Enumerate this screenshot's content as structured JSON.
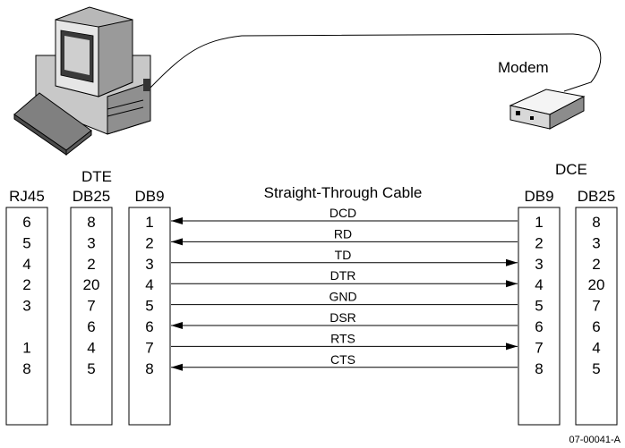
{
  "labels": {
    "modem": "Modem",
    "dte": "DTE",
    "dce": "DCE",
    "cable": "Straight-Through Cable",
    "figure_id": "07-00041-A"
  },
  "dte_columns": {
    "rj45": {
      "header": "RJ45",
      "pins": [
        "6",
        "5",
        "4",
        "2",
        "3",
        "",
        "1",
        "8"
      ]
    },
    "db25": {
      "header": "DB25",
      "pins": [
        "8",
        "3",
        "2",
        "20",
        "7",
        "6",
        "4",
        "5"
      ]
    },
    "db9": {
      "header": "DB9",
      "pins": [
        "1",
        "2",
        "3",
        "4",
        "5",
        "6",
        "7",
        "8"
      ]
    }
  },
  "dce_columns": {
    "db9": {
      "header": "DB9",
      "pins": [
        "1",
        "2",
        "3",
        "4",
        "5",
        "6",
        "7",
        "8"
      ]
    },
    "db25": {
      "header": "DB25",
      "pins": [
        "8",
        "3",
        "2",
        "20",
        "7",
        "6",
        "4",
        "5"
      ]
    }
  },
  "signals": [
    {
      "name": "DCD",
      "direction": "to-dte"
    },
    {
      "name": "RD",
      "direction": "to-dte"
    },
    {
      "name": "TD",
      "direction": "to-dce"
    },
    {
      "name": "DTR",
      "direction": "to-dce"
    },
    {
      "name": "GND",
      "direction": "none"
    },
    {
      "name": "DSR",
      "direction": "to-dte"
    },
    {
      "name": "RTS",
      "direction": "to-dce"
    },
    {
      "name": "CTS",
      "direction": "to-dte"
    }
  ]
}
